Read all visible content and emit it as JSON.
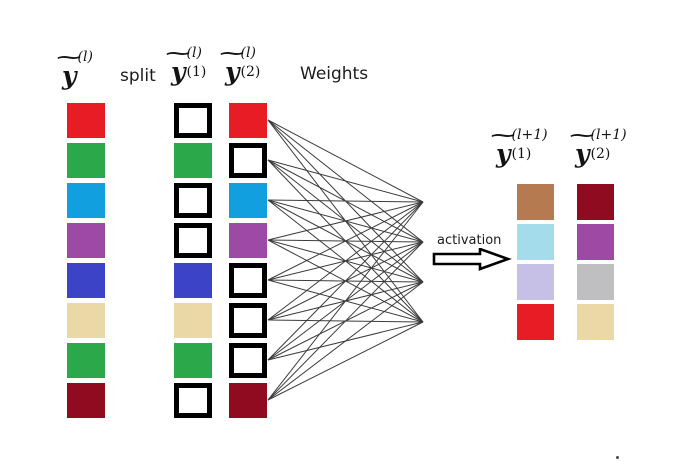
{
  "figure": {
    "background": "#ffffff"
  },
  "labels": {
    "input": {
      "tilde": "~",
      "base": "y",
      "sup": "(l)",
      "sub": ""
    },
    "split": "split",
    "part1": {
      "tilde": "~",
      "base": "y",
      "sup": "(l)",
      "sub": "(1)"
    },
    "part2": {
      "tilde": "~",
      "base": "y",
      "sup": "(l)",
      "sub": "(2)"
    },
    "weights": "Weights",
    "activation": "activation",
    "out1": {
      "tilde": "~",
      "base": "y",
      "sup": "(l+1)",
      "sub": "(1)"
    },
    "out2": {
      "tilde": "~",
      "base": "y",
      "sup": "(l+1)",
      "sub": "(2)"
    }
  },
  "palette": {
    "red": "#e81c24",
    "green": "#2aa84a",
    "blue": "#119fe0",
    "purple": "#9c4aa4",
    "blueviolet": "#3d43c6",
    "beige": "#ead9a6",
    "darkred": "#8e0b20",
    "brown": "#b57a50",
    "lightblue": "#a5dceb",
    "lavender": "#c6c0e6",
    "gray": "#bfbfc2",
    "outline_border": "#000000",
    "line": "#3c3c3c"
  },
  "vectors": {
    "input": [
      "#e81c24",
      "#2aa84a",
      "#119fe0",
      "#9c4aa4",
      "#3d43c6",
      "#ead9a6",
      "#2aa84a",
      "#8e0b20"
    ],
    "part1": [
      "outline",
      "#2aa84a",
      "outline",
      "outline",
      "#3d43c6",
      "#ead9a6",
      "#2aa84a",
      "outline"
    ],
    "part2": [
      "#e81c24",
      "outline",
      "#119fe0",
      "#9c4aa4",
      "outline",
      "outline",
      "outline",
      "#8e0b20"
    ],
    "out1": [
      "#b57a50",
      "#a5dceb",
      "#c6c0e6",
      "#e81c24"
    ],
    "out2": [
      "#8e0b20",
      "#9c4aa4",
      "#bfbfc2",
      "#ead9a6"
    ]
  },
  "weights_graph": {
    "source_count": 8,
    "sink_count": 4,
    "fully_connected": true
  }
}
